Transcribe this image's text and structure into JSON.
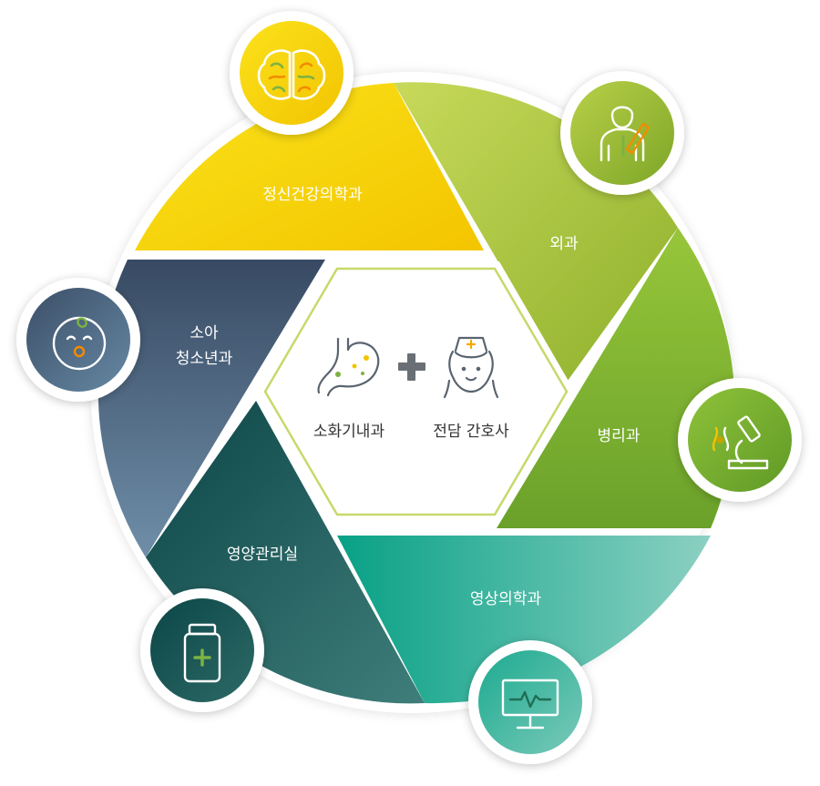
{
  "segments": [
    {
      "id": "psychiatry",
      "label": "정신건강의학과",
      "icon": "brain-icon",
      "color_start": "#f7df0a",
      "color_end": "#f3c700"
    },
    {
      "id": "surgery",
      "label": "외과",
      "icon": "surgeon-icon",
      "color_start": "#c4d64a",
      "color_end": "#8fb42c"
    },
    {
      "id": "pathology",
      "label": "병리과",
      "icon": "microscope-icon",
      "color_start": "#93c534",
      "color_end": "#6aa22a"
    },
    {
      "id": "radiology",
      "label": "영상의학과",
      "icon": "monitor-icon",
      "color_start": "#0aa58c",
      "color_end": "#86cfc0"
    },
    {
      "id": "nutrition",
      "label": "영양관리실",
      "icon": "medicine-bottle-icon",
      "color_start": "#0d4a4c",
      "color_end": "#3a7a76"
    },
    {
      "id": "pediatrics",
      "label_line1": "소아",
      "label_line2": "청소년과",
      "icon": "baby-icon",
      "color_start": "#3b4d66",
      "color_end": "#6a89a3"
    }
  ],
  "center": {
    "left_label": "소화기내과",
    "right_label": "전담 간호사",
    "left_icon": "stomach-icon",
    "right_icon": "nurse-icon",
    "plus_icon": "plus-icon",
    "border_color": "#c6d96b"
  }
}
